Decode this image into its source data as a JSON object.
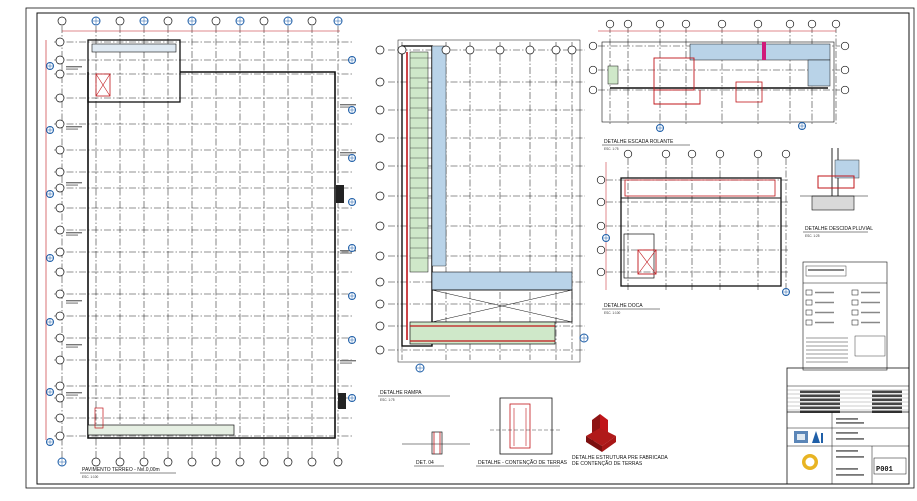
{
  "labels": {
    "ground_floor_plan": "PAVIMENTO TERREO - Nvl.0,00m",
    "ramp_detail": "DETALHE RAMPA",
    "escalator_detail": "DETALHE ESCADA ROLANTE",
    "rain_pipe_detail": "DETALHE DESCIDA PLUVIAL",
    "dock_detail": "DETALHE DOCA",
    "det04": "DET. 04",
    "retaining_detail": "DETALHE - CONTENÇÃO DE TERRAS",
    "precast_detail_l1": "DETALHE ESTRUTURA PRE FABRICADA",
    "precast_detail_l2": "DE CONTENÇÃO DE TERRAS"
  },
  "title_block": {
    "sheet_number": "P001"
  },
  "colors": {
    "line": "#111111",
    "grid": "#222222",
    "red": "#c0151a",
    "blue_bubble": "#1f5fa8",
    "green_fill": "#cfe8c9",
    "blue_fill": "#b9d3e8",
    "magenta": "#d01a7a",
    "precast_red": "#b01a1a"
  }
}
